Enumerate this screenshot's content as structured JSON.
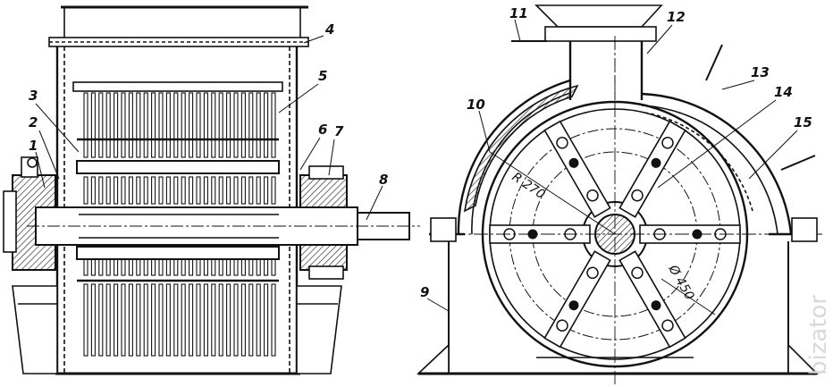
{
  "figure": {
    "callouts": [
      "1",
      "2",
      "3",
      "4",
      "5",
      "6",
      "7",
      "8",
      "9",
      "10",
      "11",
      "12",
      "13",
      "14",
      "15"
    ],
    "dimensions": {
      "radius": "R 270",
      "diameter": "Ø 450"
    },
    "watermark": "bizator"
  },
  "colors": {
    "ink": "#111111",
    "hatch": "#333333",
    "paper": "#ffffff",
    "watermark": "#d9d9d9"
  }
}
